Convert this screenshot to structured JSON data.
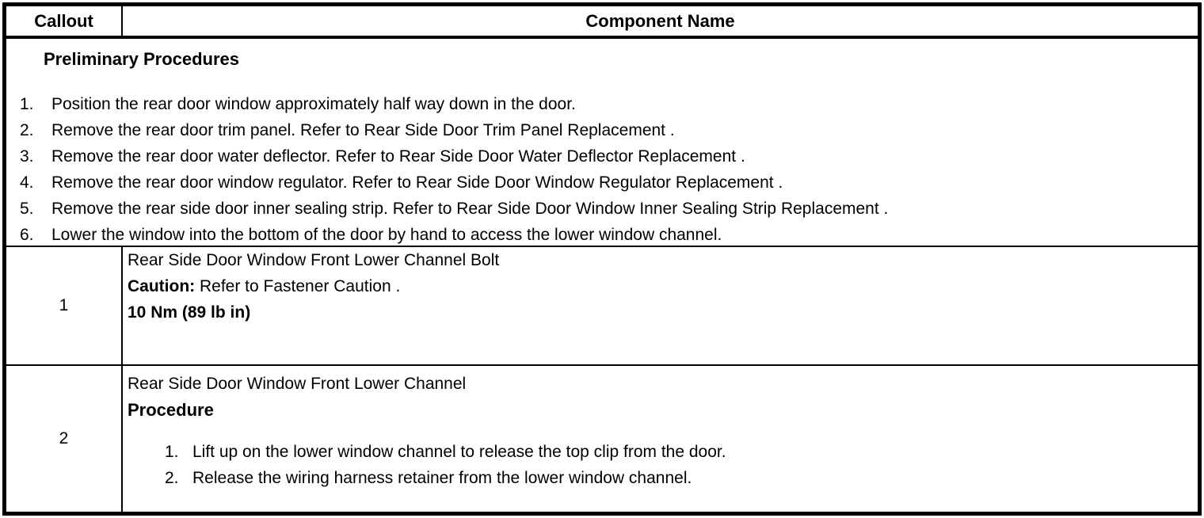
{
  "header": {
    "callout": "Callout",
    "component_name": "Component Name"
  },
  "preliminary": {
    "title": "Preliminary Procedures",
    "steps": [
      {
        "num": "1.",
        "text": "Position the rear door window approximately half way down in the door."
      },
      {
        "num": "2.",
        "text": "Remove the rear door trim panel. Refer to Rear Side Door Trim Panel Replacement ."
      },
      {
        "num": "3.",
        "text": "Remove the rear door water deflector. Refer to Rear Side Door Water Deflector Replacement ."
      },
      {
        "num": "4.",
        "text": "Remove the rear door window regulator. Refer to Rear Side Door Window Regulator Replacement ."
      },
      {
        "num": "5.",
        "text": "Remove the rear side door inner sealing strip. Refer to Rear Side Door Window Inner Sealing Strip Replacement ."
      },
      {
        "num": "6.",
        "text": "Lower the window into the bottom of the door by hand to access the lower window channel."
      }
    ]
  },
  "rows": [
    {
      "callout": "1",
      "component": "Rear Side Door Window Front Lower Channel Bolt",
      "caution_label": "Caution:",
      "caution_text": "Refer to Fastener Caution .",
      "torque": "10 Nm (89 lb in)"
    },
    {
      "callout": "2",
      "component": "Rear Side Door Window Front Lower Channel",
      "procedure_title": "Procedure",
      "steps": [
        {
          "num": "1.",
          "text": "Lift up on the lower window channel to release the top clip from the door."
        },
        {
          "num": "2.",
          "text": "Release the wiring harness retainer from the lower window channel."
        }
      ]
    }
  ],
  "colors": {
    "background": "#ffffff",
    "border": "#000000",
    "text": "#000000"
  }
}
